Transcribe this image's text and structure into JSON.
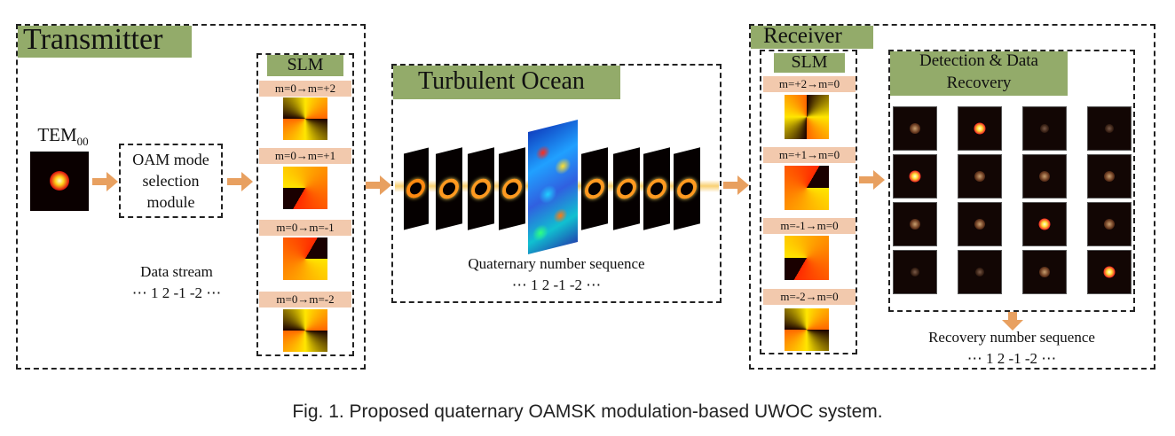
{
  "transmitter": {
    "title": "Transmitter",
    "tem_label": "TEM",
    "tem_sub": "00",
    "oam_module": [
      "OAM mode",
      "selection",
      "module"
    ],
    "data_stream_label": "Data stream",
    "data_stream_seq": "⋯ 1 2 -1 -2 ⋯",
    "slm_title": "SLM",
    "slm_chips": [
      "m=0→m=+2",
      "m=0→m=+1",
      "m=0→m=-1",
      "m=0→m=-2"
    ]
  },
  "ocean": {
    "title": "Turbulent Ocean",
    "seq_label": "Quaternary number sequence",
    "seq": "⋯ 1 2 -1 -2 ⋯"
  },
  "receiver": {
    "title": "Receiver",
    "slm_title": "SLM",
    "slm_chips": [
      "m=+2→m=0",
      "m=+1→m=0",
      "m=-1→m=0",
      "m=-2→m=0"
    ],
    "detection_title_line1": "Detection & Data",
    "detection_title_line2": "Recovery",
    "recovery_label": "Recovery number sequence",
    "recovery_seq": "⋯ 1 2 -1 -2 ⋯"
  },
  "caption": "Fig. 1. Proposed quaternary OAMSK modulation-based UWOC system.",
  "colors": {
    "label_green": "#93ab6a",
    "chip_peach": "#f2c9ad",
    "arrow_orange": "#e8a060"
  }
}
